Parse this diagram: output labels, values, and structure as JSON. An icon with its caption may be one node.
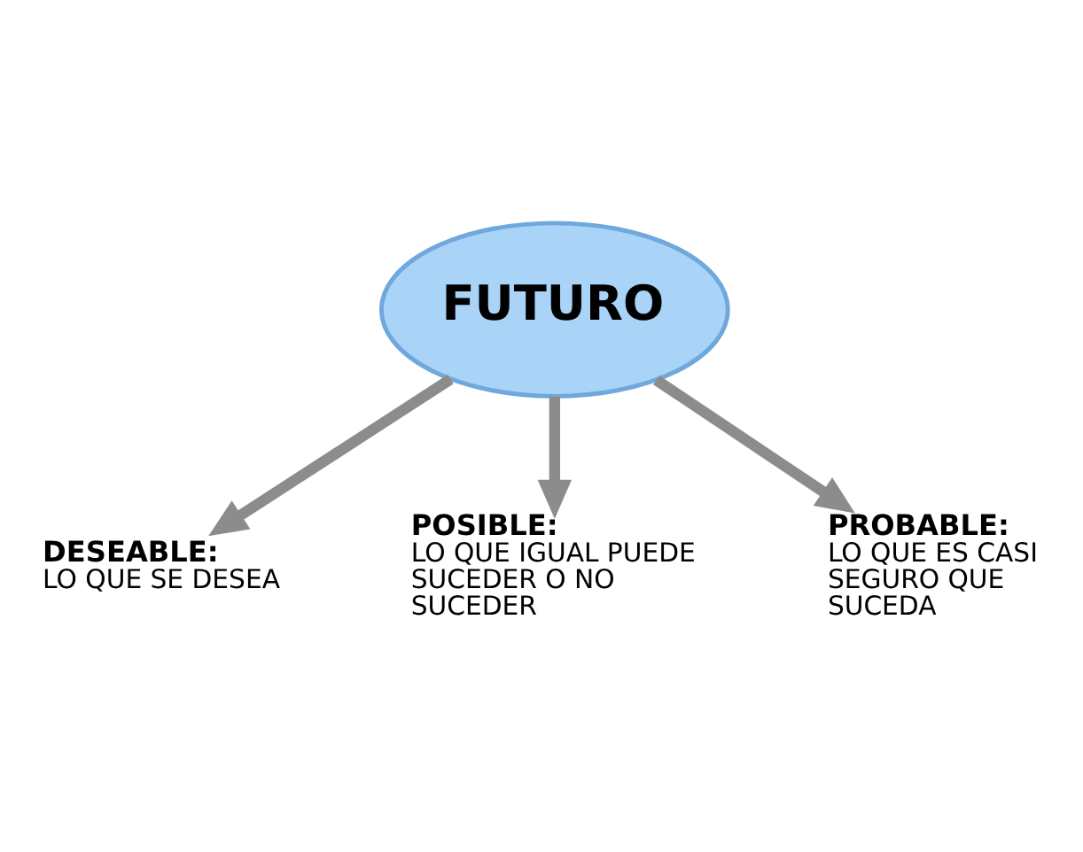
{
  "diagram": {
    "nodes": [
      {
        "text": [
          "FUTURO"
        ]
      },
      {
        "text": [
          "DESEABLE:",
          "LO QUE SE DESEA"
        ]
      },
      {
        "text": [
          "POSIBLE:",
          "LO QUE IGUAL PUEDE SUCEDER O NO SUCEDER"
        ]
      },
      {
        "text": [
          "PROBABLE:",
          "LO QUE ES CASI SEGURO QUE SUCEDA"
        ]
      }
    ],
    "edges": [
      {
        "from": 0,
        "to": 1,
        "arrow": "to"
      },
      {
        "from": 0,
        "to": 2,
        "arrow": "to"
      },
      {
        "from": 0,
        "to": 3,
        "arrow": "to"
      }
    ]
  }
}
